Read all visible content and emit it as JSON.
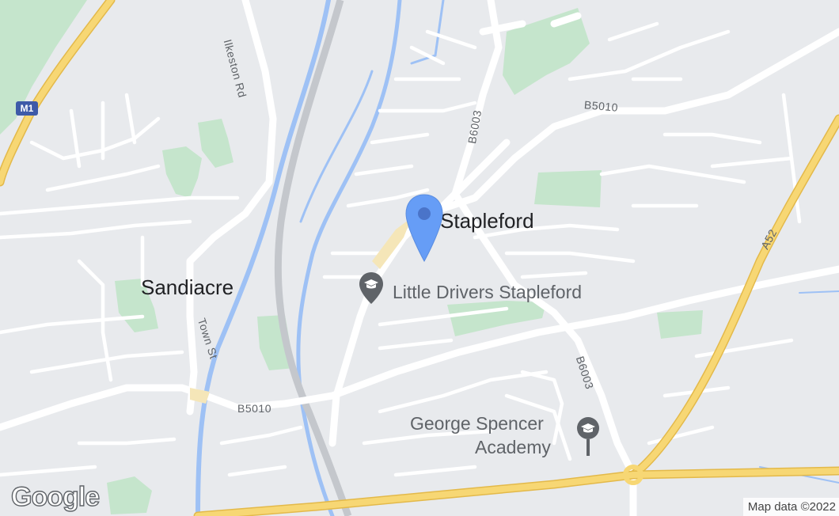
{
  "map": {
    "places": {
      "stapleford": "Stapleford",
      "sandiacre": "Sandiacre"
    },
    "roads": {
      "ilkeston_rd": "Ilkeston Rd",
      "b5010_east": "B5010",
      "b5010_west": "B5010",
      "b6003_north": "B6003",
      "b6003_south": "B6003",
      "a52": "A52",
      "town_st": "Town St",
      "m1": "M1"
    },
    "pois": {
      "little_drivers": "Little Drivers Stapleford",
      "george_spencer_line1": "George Spencer",
      "george_spencer_line2": "Academy",
      "poi_icon": "school-cap-icon"
    },
    "marker_icon": "location-pin-icon",
    "logo": "Google",
    "attribution": "Map data ©2022"
  },
  "colors": {
    "land": "#e8eaed",
    "park": "#c5e5cc",
    "water": "#9ec1f5",
    "major_road": "#f7d774",
    "minor_road": "#ffffff",
    "marker": "#669df6",
    "poi": "#5f6368"
  }
}
